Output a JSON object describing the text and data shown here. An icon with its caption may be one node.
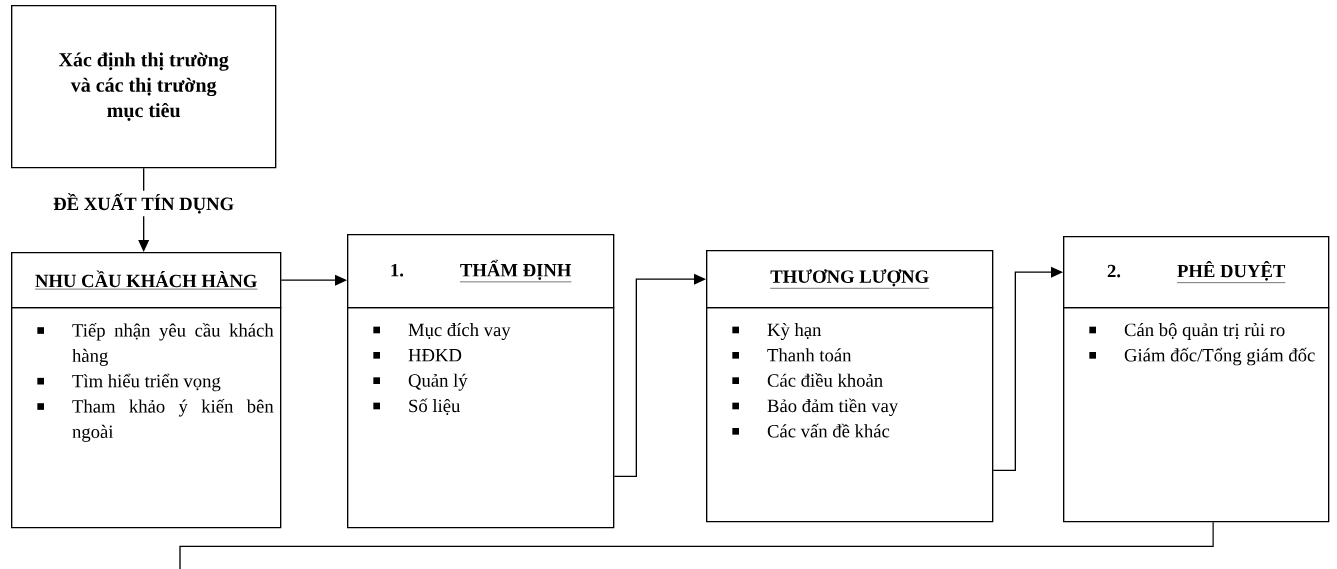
{
  "diagram": {
    "nodes": [
      {
        "text": [
          "Xác định thị trường và các thị trường mục tiêu"
        ]
      },
      {
        "text": [
          "NHU CẦU KHÁCH HÀNG"
        ]
      },
      {
        "text": [
          "Tiếp nhận yêu cầu khách hàng",
          "Tìm hiểu triển vọng",
          "Tham khảo ý kiến bên ngoài"
        ]
      },
      {
        "text": [
          "1.",
          "THẨM ĐỊNH"
        ]
      },
      {
        "text": [
          "Mục đích vay",
          "HĐKD",
          "Quản lý",
          "Số liệu"
        ]
      },
      {
        "text": [
          "THƯƠNG LƯỢNG"
        ]
      },
      {
        "text": [
          "Kỳ hạn",
          "Thanh toán",
          "Các điều khoản",
          "Bảo đảm tiền vay",
          "Các vấn đề khác"
        ]
      },
      {
        "text": [
          "2.",
          "PHÊ DUYỆT"
        ]
      },
      {
        "text": [
          "Cán bộ quản trị rủi ro",
          "Giám đốc/Tổng giám đốc"
        ]
      }
    ],
    "edges": [
      {
        "from": 0,
        "to": 1,
        "label": "ĐỀ XUẤT TÍN DỤNG",
        "arrow": "to"
      },
      {
        "from": 1,
        "to": 3,
        "arrow": "to"
      },
      {
        "from": 4,
        "to": 5,
        "arrow": "to"
      },
      {
        "from": 6,
        "to": 7,
        "arrow": "to"
      },
      {
        "from": 8,
        "to": null,
        "arrow": "none"
      }
    ]
  }
}
